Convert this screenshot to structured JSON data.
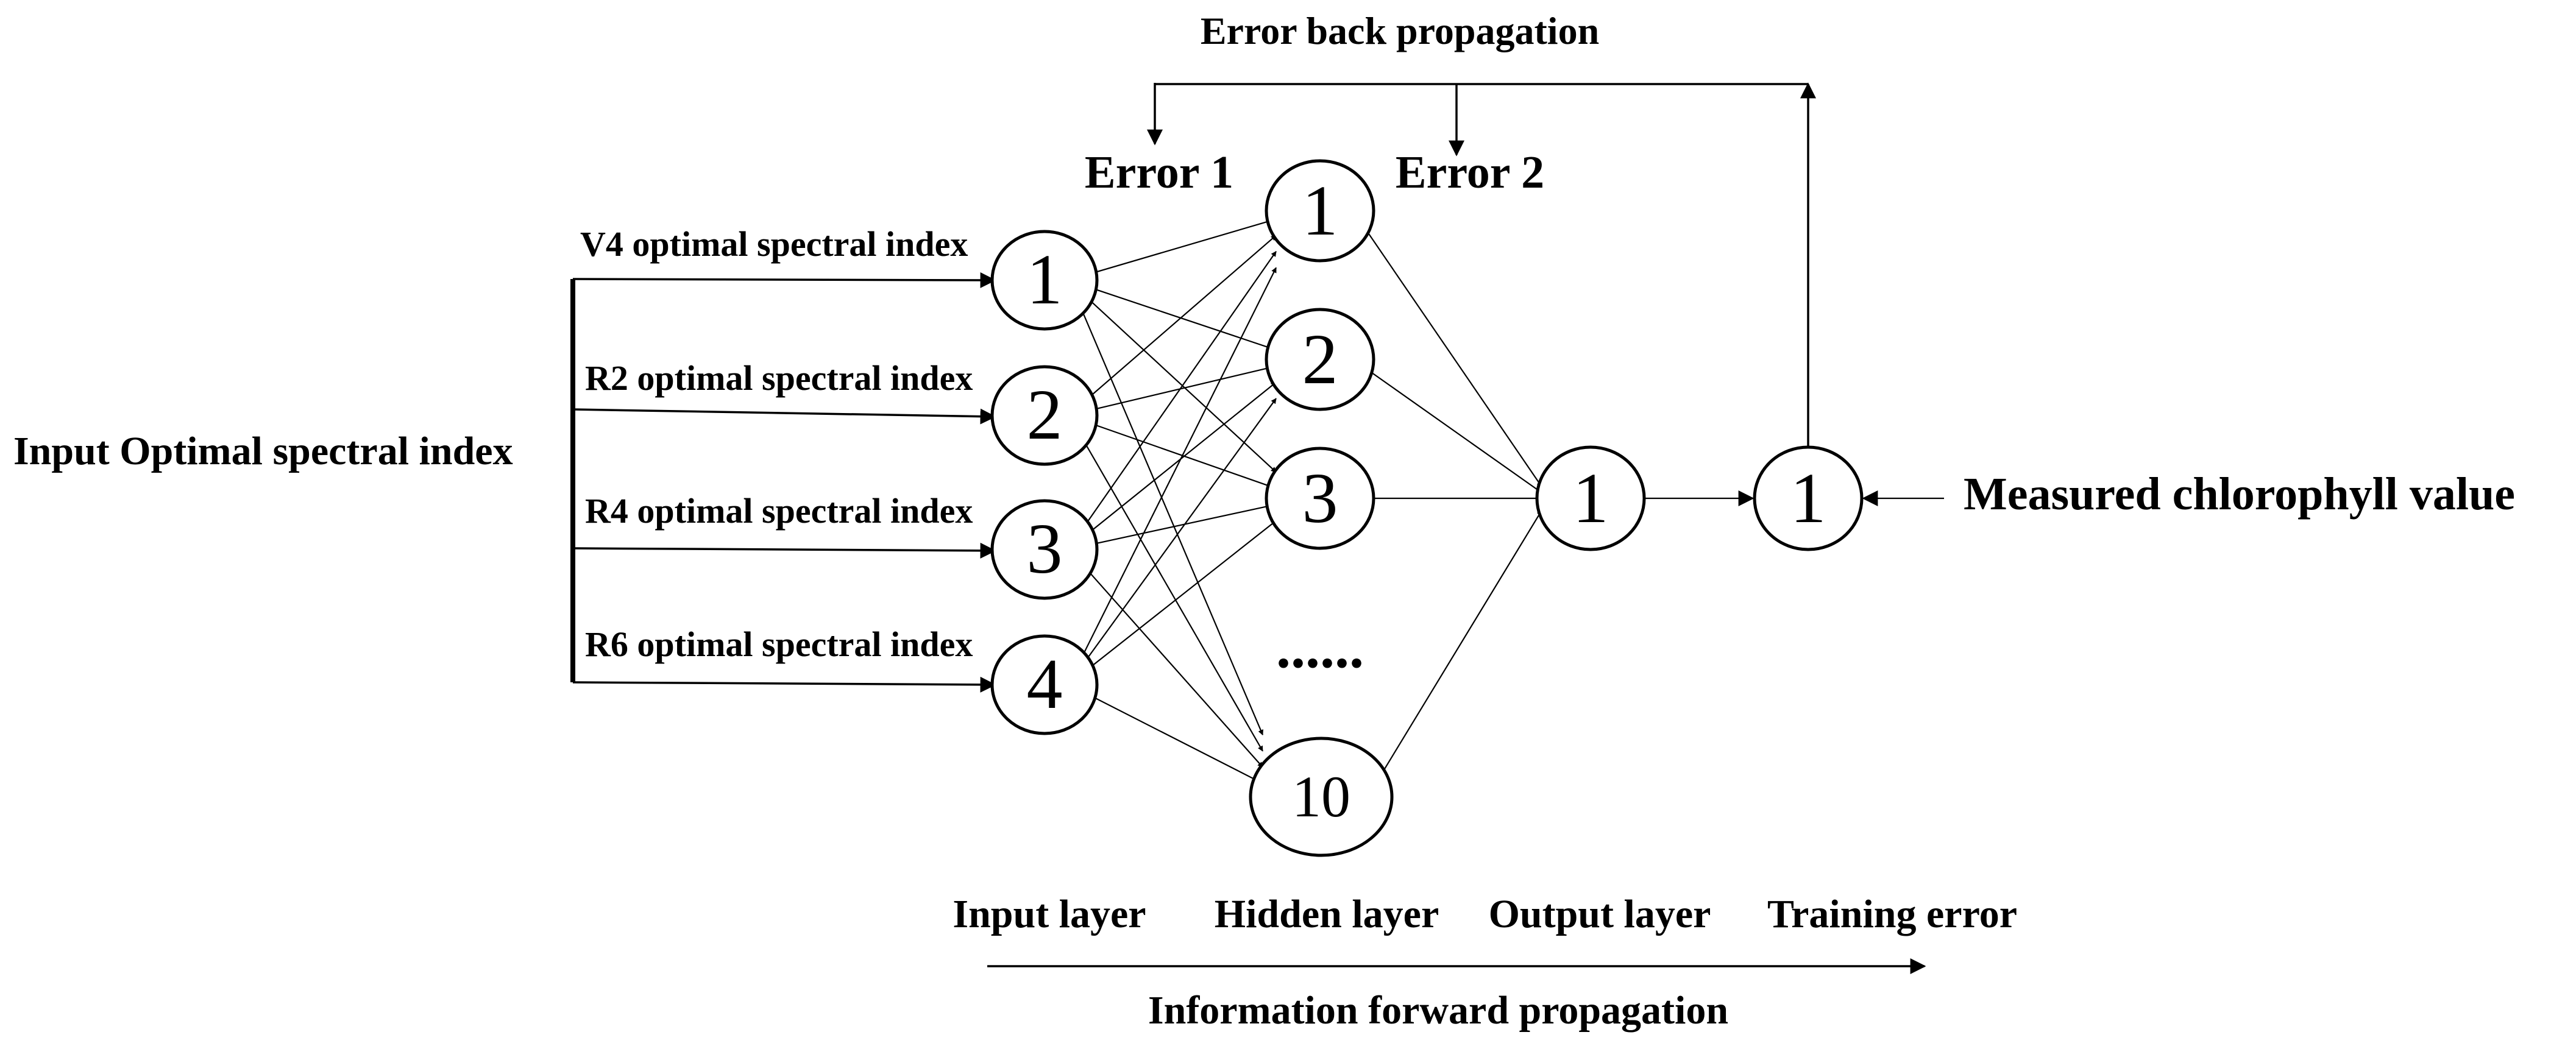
{
  "title": "Error back propagation",
  "error_labels": [
    "Error 1",
    "Error 2"
  ],
  "input_label": "Input Optimal spectral index",
  "input_indices": [
    "V4 optimal spectral index",
    "R2 optimal spectral index",
    "R4 optimal spectral index",
    "R6 optimal spectral index"
  ],
  "input_nodes": [
    "1",
    "2",
    "3",
    "4"
  ],
  "hidden_nodes": [
    "1",
    "2",
    "3",
    "10"
  ],
  "hidden_ellipsis": "......",
  "output_nodes": [
    "1"
  ],
  "training_nodes": [
    "1"
  ],
  "measured_label": "Measured chlorophyll value",
  "layer_labels": [
    "Input layer",
    "Hidden layer",
    "Output layer",
    "Training error"
  ],
  "forward_label": "Information forward propagation"
}
